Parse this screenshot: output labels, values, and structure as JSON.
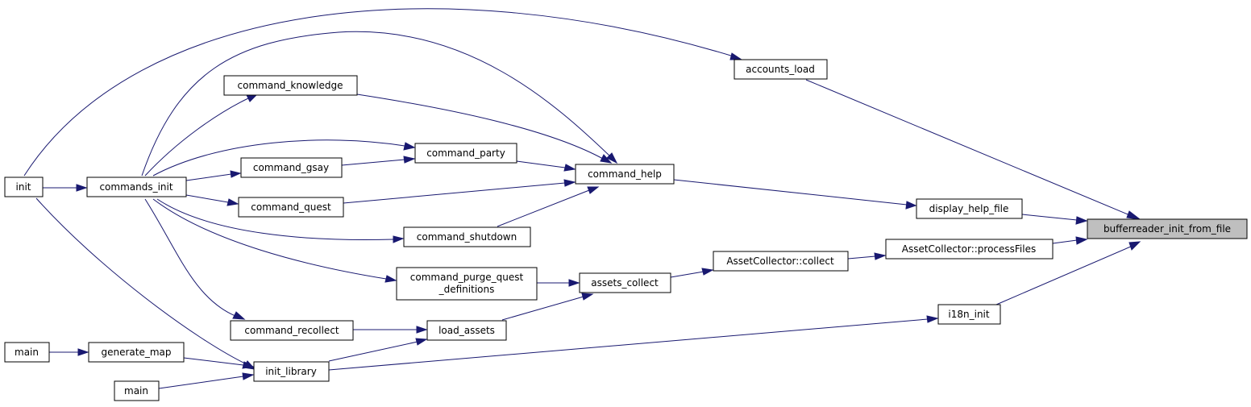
{
  "nodes": {
    "bufferreader": "bufferreader_init_from_file",
    "accounts_load": "accounts_load",
    "display_help_file": "display_help_file",
    "asset_processfiles": "AssetCollector::processFiles",
    "i18n_init": "i18n_init",
    "command_help": "command_help",
    "asset_collect": "AssetCollector::collect",
    "assets_collect": "assets_collect",
    "init": "init",
    "commands_init": "commands_init",
    "command_knowledge": "command_knowledge",
    "command_party": "command_party",
    "command_gsay": "command_gsay",
    "command_quest": "command_quest",
    "command_shutdown": "command_shutdown",
    "command_purge_1": "command_purge_quest",
    "command_purge_2": "_definitions",
    "load_assets": "load_assets",
    "command_recollect": "command_recollect",
    "init_library": "init_library",
    "generate_map": "generate_map",
    "main_1": "main",
    "main_2": "main"
  },
  "colors": {
    "edge": "#191970",
    "focus_fill": "#bfbfbf",
    "node_fill": "#ffffff",
    "node_border": "#000000"
  }
}
